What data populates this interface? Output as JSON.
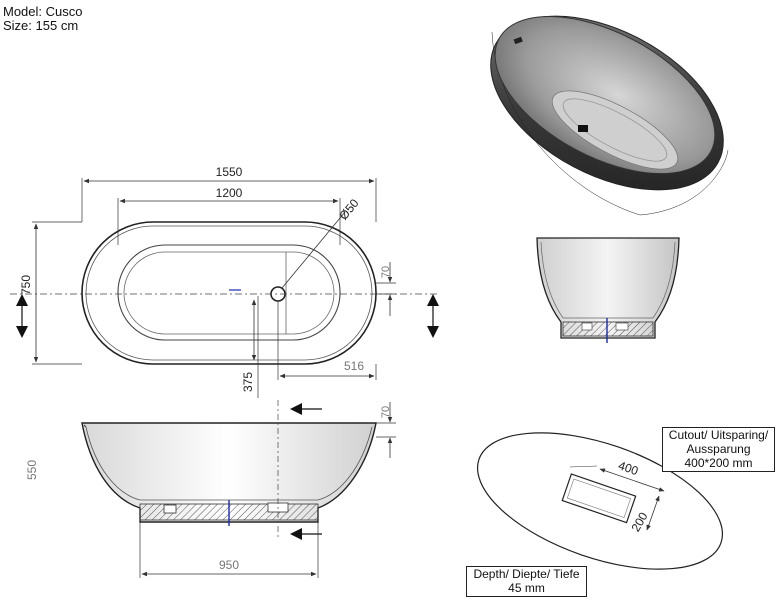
{
  "header": {
    "model": "Model: Cusco",
    "size": "Size: 155 cm"
  },
  "dimensions": {
    "overall_length": "1550",
    "inner_length": "1200",
    "drain_diameter": "Ø50",
    "width": "750",
    "rim_offset_top": "70",
    "drain_offset_y": "375",
    "drain_offset_x": "516",
    "rim_height": "70",
    "overall_height": "550",
    "base_length": "950",
    "cutout_length": "400",
    "cutout_width": "200"
  },
  "notes": {
    "cutout_line1": "Cutout/ Uitsparing/",
    "cutout_line2": "Aussparung",
    "cutout_line3": "400*200 mm",
    "depth_line1": "Depth/ Diepte/ Tiefe",
    "depth_line2": "45 mm"
  }
}
